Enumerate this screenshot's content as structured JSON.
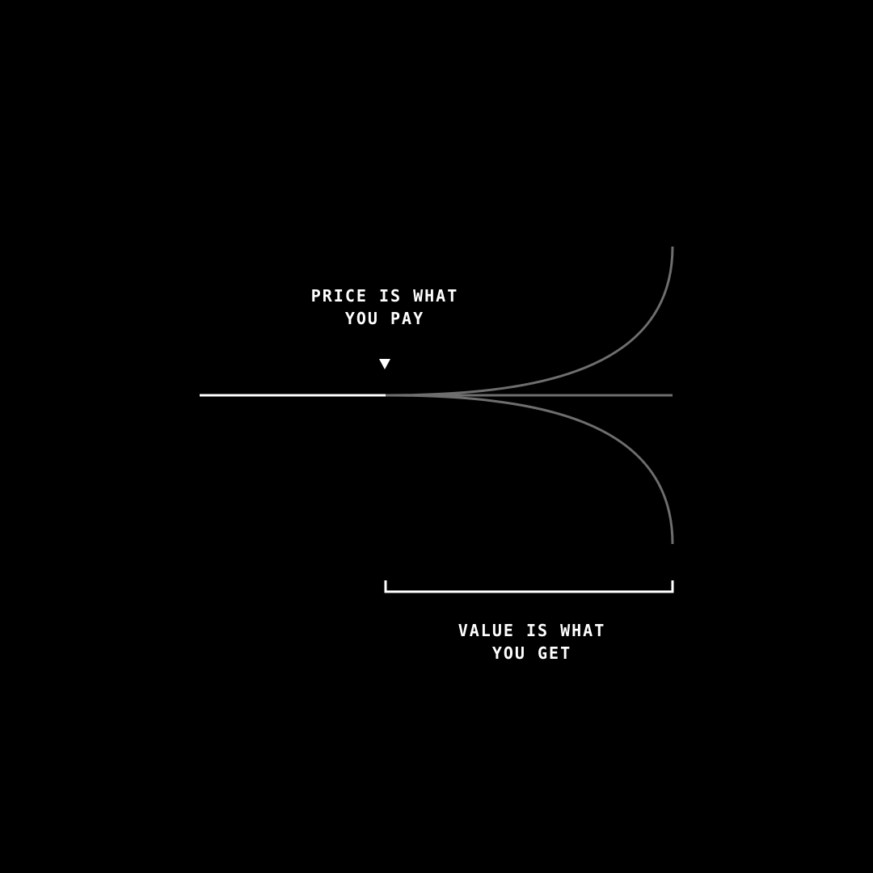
{
  "labels": {
    "price_line1": "PRICE IS WHAT",
    "price_line2": "YOU PAY",
    "value_line1": "VALUE IS WHAT",
    "value_line2": "YOU GET"
  },
  "icons": {
    "marker": "triangle-down-icon"
  },
  "colors": {
    "background": "#000000",
    "primary_line": "#ffffff",
    "branch_line": "#6e6e6e",
    "text": "#ffffff"
  }
}
